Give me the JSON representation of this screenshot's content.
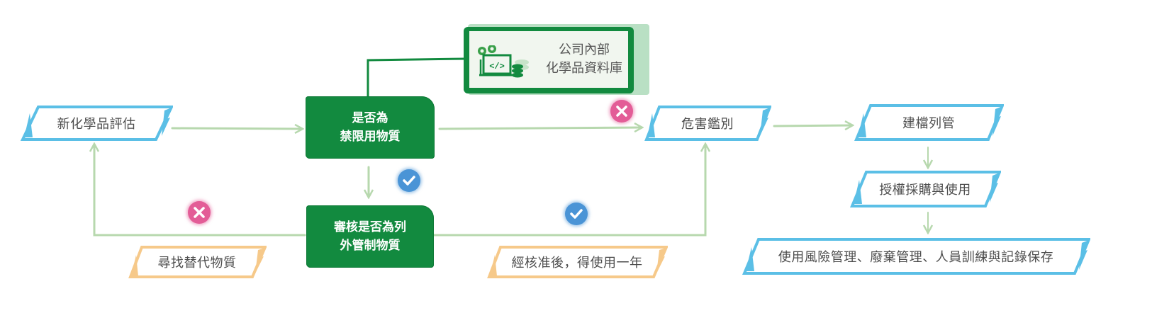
{
  "diagram": {
    "nodes": {
      "new_eval": {
        "label": "新化學品評估",
        "type": "process",
        "color": "#5bbfe6"
      },
      "is_banned": {
        "label": "是否為\n禁限用物質",
        "type": "decision",
        "color": "#128a3f"
      },
      "db": {
        "label": "公司內部\n化學品資料庫",
        "type": "database",
        "icon": "code-laptop-database-icon"
      },
      "review_exempt": {
        "label": "審核是否為列\n外管制物質",
        "type": "decision",
        "color": "#128a3f"
      },
      "hazard_id": {
        "label": "危害鑑別",
        "type": "process",
        "color": "#5bbfe6"
      },
      "register": {
        "label": "建檔列管",
        "type": "process",
        "color": "#5bbfe6"
      },
      "authorize": {
        "label": "授權採購與使用",
        "type": "process",
        "color": "#5bbfe6"
      },
      "manage": {
        "label": "使用風險管理、廢棄管理、人員訓練與記錄保存",
        "type": "process",
        "color": "#5bbfe6"
      },
      "find_alt": {
        "label": "尋找替代物質",
        "type": "note",
        "color": "#f6c98a"
      },
      "approved": {
        "label": "經核准後，得使用一年",
        "type": "note",
        "color": "#f6c98a"
      }
    },
    "badges": {
      "no_banned": {
        "symbol": "✕",
        "meaning": "no",
        "color": "#e35d97"
      },
      "yes_banned": {
        "symbol": "✓",
        "meaning": "yes",
        "color": "#4a94d6"
      },
      "no_exempt": {
        "symbol": "✕",
        "meaning": "no",
        "color": "#e35d97"
      },
      "yes_exempt": {
        "symbol": "✓",
        "meaning": "yes",
        "color": "#4a94d6"
      }
    },
    "edges": [
      {
        "from": "new_eval",
        "to": "is_banned"
      },
      {
        "from": "is_banned",
        "to": "db",
        "style": "line"
      },
      {
        "from": "is_banned",
        "to": "hazard_id",
        "condition": "no"
      },
      {
        "from": "is_banned",
        "to": "review_exempt",
        "condition": "yes"
      },
      {
        "from": "review_exempt",
        "to": "new_eval",
        "condition": "no",
        "note": "尋找替代物質"
      },
      {
        "from": "review_exempt",
        "to": "hazard_id",
        "condition": "yes",
        "note": "經核准後，得使用一年"
      },
      {
        "from": "hazard_id",
        "to": "register"
      },
      {
        "from": "register",
        "to": "authorize"
      },
      {
        "from": "authorize",
        "to": "manage"
      }
    ],
    "colors": {
      "arrow": "#b7d8ae",
      "process_border": "#5bbfe6",
      "note_border": "#f6c98a",
      "decision_fill": "#128a3f"
    }
  }
}
